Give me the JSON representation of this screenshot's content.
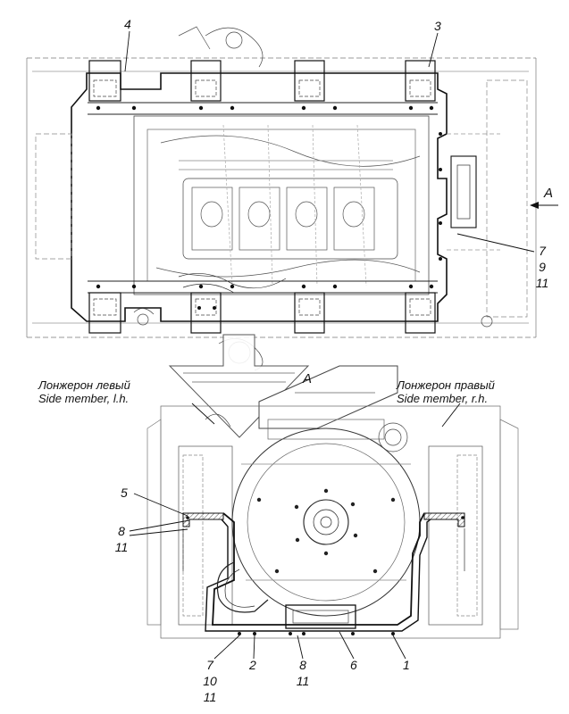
{
  "callouts": {
    "top_4": "4",
    "top_3": "3",
    "view_arrow": "A",
    "right_7": "7",
    "right_9": "9",
    "right_11": "11",
    "mid_a": "A",
    "left_5": "5",
    "left_8": "8",
    "left_11": "11",
    "bot_7": "7",
    "bot_10": "10",
    "bot_11": "11",
    "bot_2": "2",
    "bot_8": "8",
    "bot_11b": "11",
    "bot_6": "6",
    "bot_1": "1"
  },
  "captions": {
    "left_ru": "Лонжерон левый",
    "left_en": "Side member, l.h.",
    "right_ru": "Лонжерон правый",
    "right_en": "Side member, r.h."
  }
}
